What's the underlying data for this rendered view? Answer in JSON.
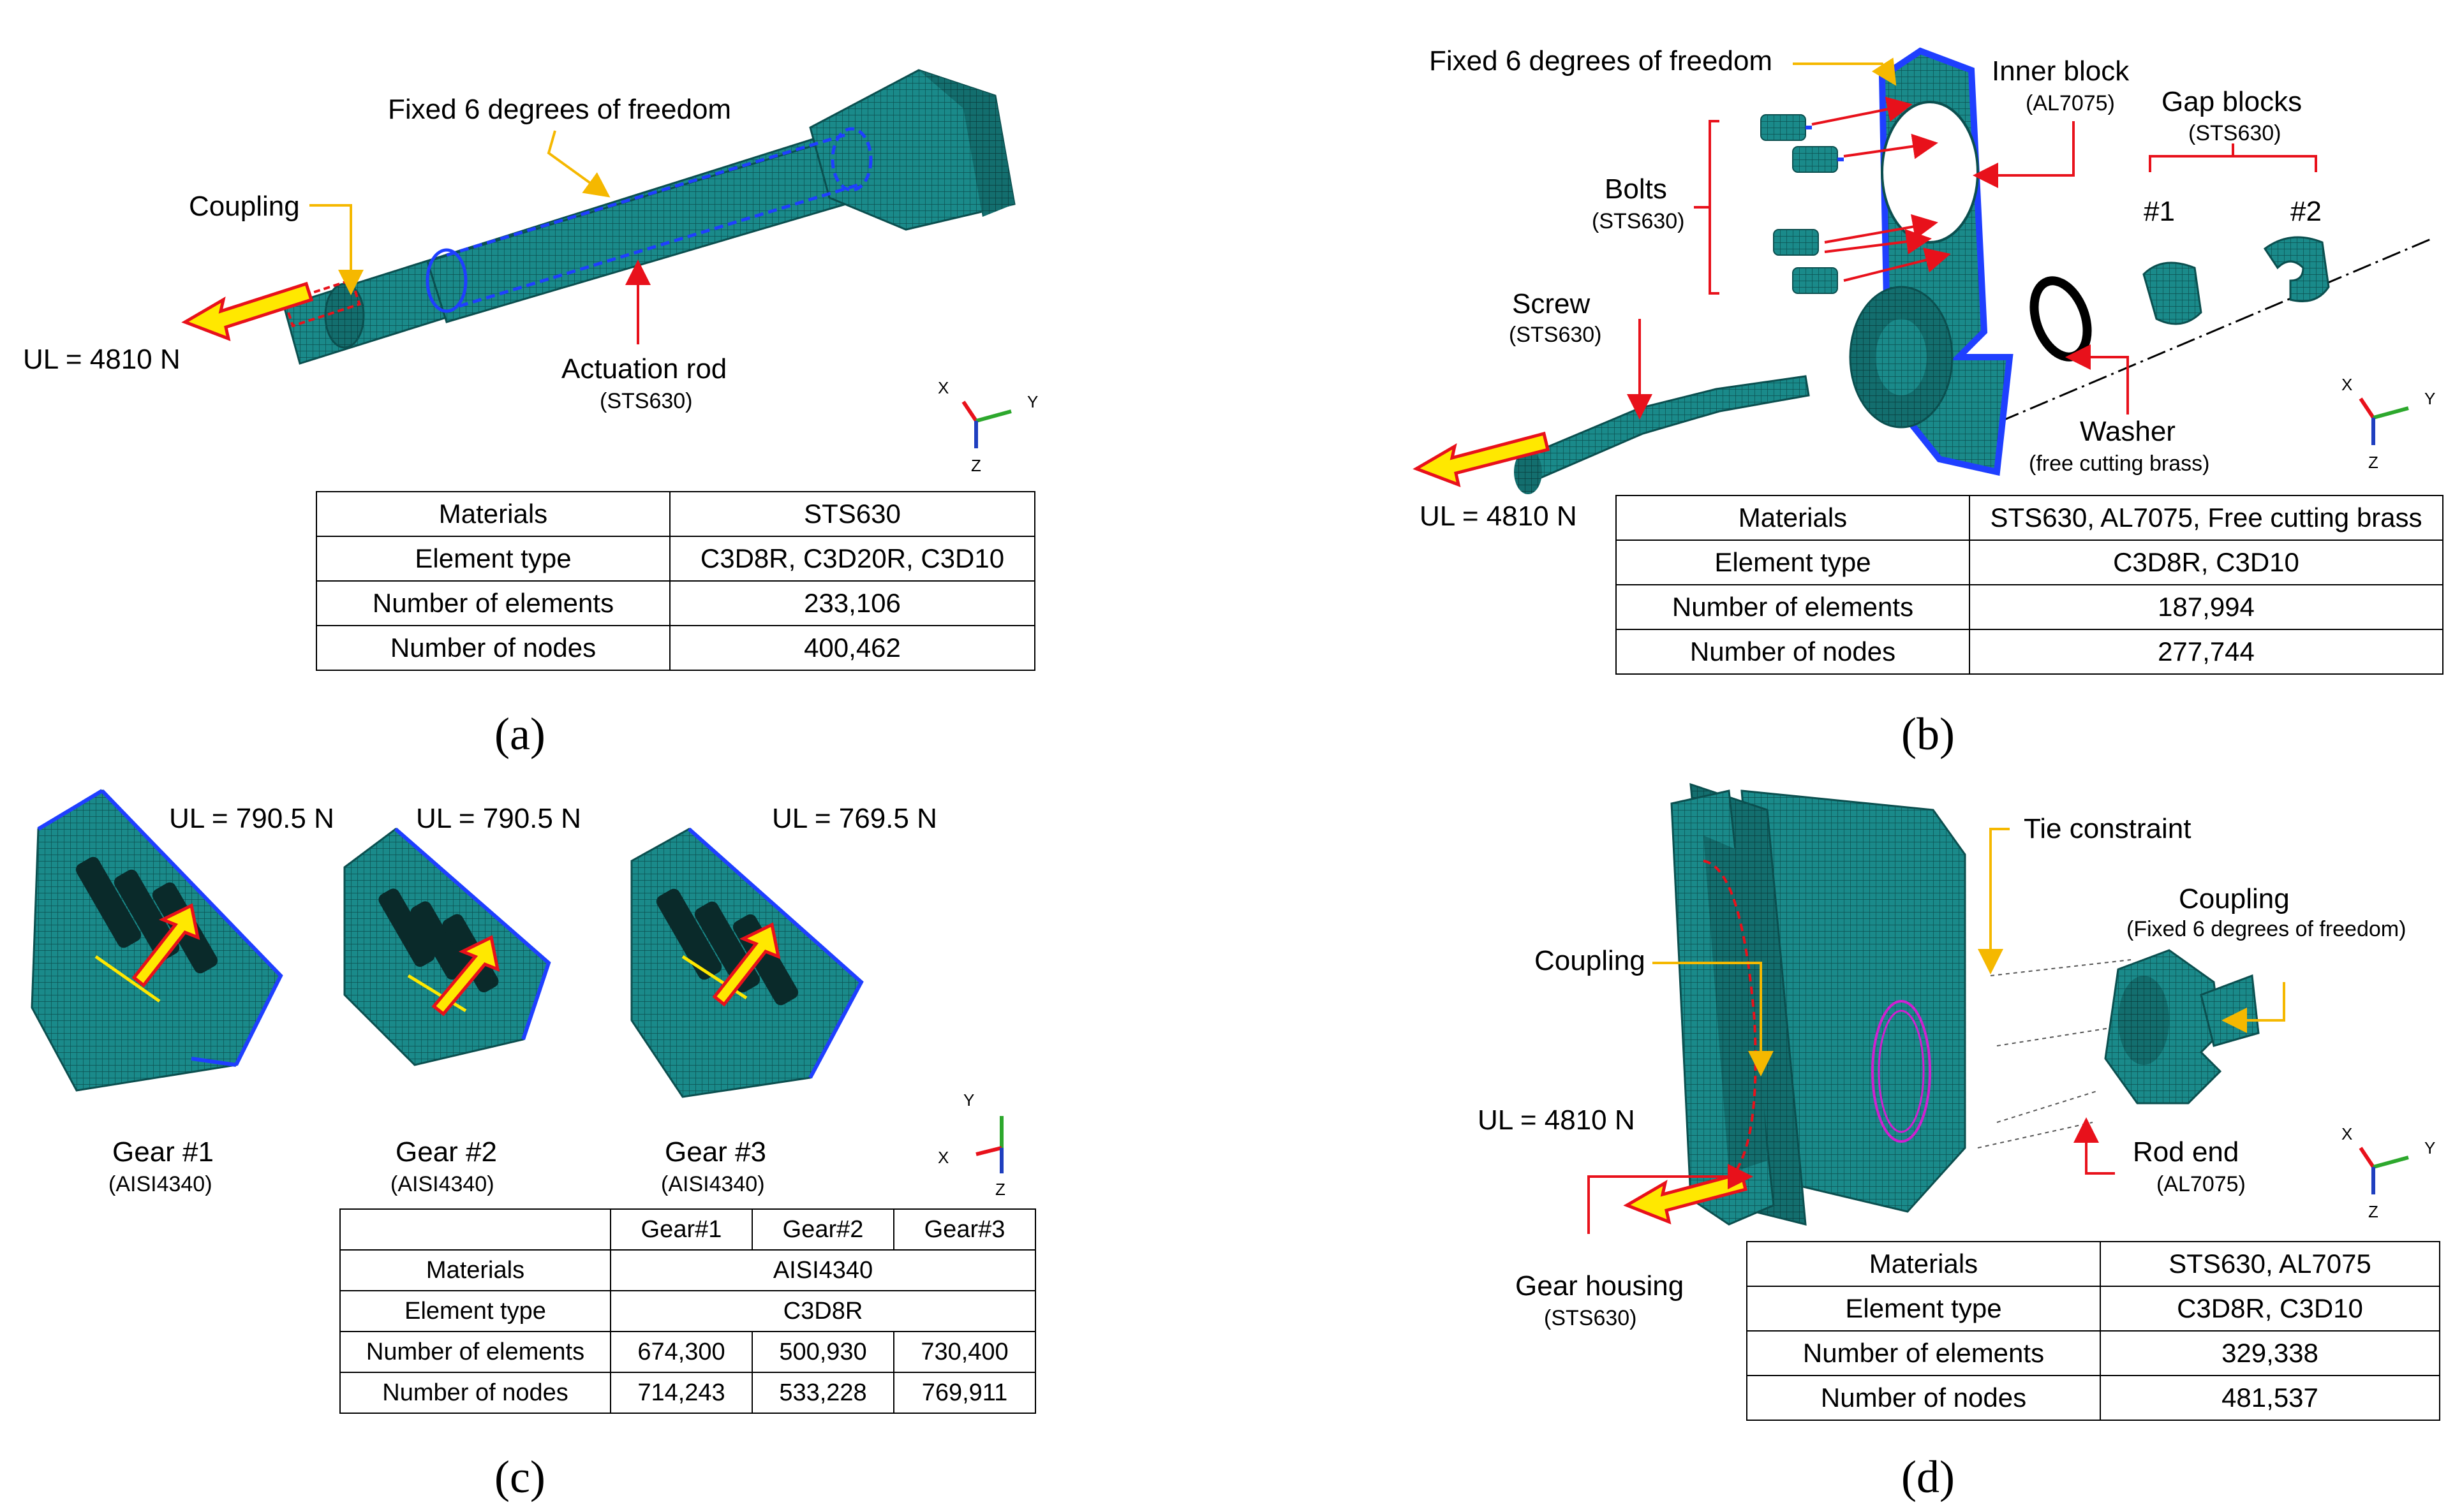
{
  "colors": {
    "mesh": "#1a8a8a",
    "mesh_dark": "#0e5c5c",
    "boundary": "#1f3fff",
    "load_arrow": "#ffe800",
    "load_outline": "#e8111b",
    "leader_red": "#e8111b",
    "leader_yellow": "#f5b800"
  },
  "panel_a": {
    "caption": "(a)",
    "labels": {
      "fixed": "Fixed 6 degrees of freedom",
      "coupling": "Coupling",
      "ul": "UL = 4810 N",
      "rod": "Actuation rod",
      "rod_mat": "(STS630)"
    },
    "axes": {
      "x": "X",
      "y": "Y",
      "z": "Z"
    },
    "table": [
      [
        "Materials",
        "STS630"
      ],
      [
        "Element type",
        "C3D8R, C3D20R, C3D10"
      ],
      [
        "Number of elements",
        "233,106"
      ],
      [
        "Number of nodes",
        "400,462"
      ]
    ]
  },
  "panel_b": {
    "caption": "(b)",
    "labels": {
      "fixed": "Fixed 6 degrees of freedom",
      "inner": "Inner block",
      "inner_mat": "(AL7075)",
      "gap": "Gap blocks",
      "gap_mat": "(STS630)",
      "g1": "#1",
      "g2": "#2",
      "bolts": "Bolts",
      "bolts_mat": "(STS630)",
      "screw": "Screw",
      "screw_mat": "(STS630)",
      "washer": "Washer",
      "washer_mat": "(free cutting brass)",
      "ul": "UL = 4810 N"
    },
    "axes": {
      "x": "X",
      "y": "Y",
      "z": "Z"
    },
    "table": [
      [
        "Materials",
        "STS630, AL7075, Free cutting brass"
      ],
      [
        "Element type",
        "C3D8R, C3D10"
      ],
      [
        "Number of elements",
        "187,994"
      ],
      [
        "Number of nodes",
        "277,744"
      ]
    ]
  },
  "panel_c": {
    "caption": "(c)",
    "ul": [
      "UL = 790.5 N",
      "UL = 790.5 N",
      "UL = 769.5 N"
    ],
    "gears": [
      {
        "name": "Gear #1",
        "mat": "(AISI4340)"
      },
      {
        "name": "Gear #2",
        "mat": "(AISI4340)"
      },
      {
        "name": "Gear #3",
        "mat": "(AISI4340)"
      }
    ],
    "axes": {
      "x": "X",
      "y": "Y",
      "z": "Z"
    },
    "table_header": [
      "",
      "Gear#1",
      "Gear#2",
      "Gear#3"
    ],
    "table_rows": [
      {
        "label": "Materials",
        "span": "AISI4340"
      },
      {
        "label": "Element type",
        "span": "C3D8R"
      },
      {
        "label": "Number of elements",
        "values": [
          "674,300",
          "500,930",
          "730,400"
        ]
      },
      {
        "label": "Number of nodes",
        "values": [
          "714,243",
          "533,228",
          "769,911"
        ]
      }
    ]
  },
  "panel_d": {
    "caption": "(d)",
    "labels": {
      "tie": "Tie constraint",
      "coupling_r": "Coupling",
      "coupling_r_sub": "(Fixed 6 degrees of freedom)",
      "coupling_l": "Coupling",
      "ul": "UL = 4810 N",
      "rod_end": "Rod end",
      "rod_end_mat": "(AL7075)",
      "housing": "Gear housing",
      "housing_mat": "(STS630)"
    },
    "axes": {
      "x": "X",
      "y": "Y",
      "z": "Z"
    },
    "table": [
      [
        "Materials",
        "STS630, AL7075"
      ],
      [
        "Element type",
        "C3D8R, C3D10"
      ],
      [
        "Number of elements",
        "329,338"
      ],
      [
        "Number of nodes",
        "481,537"
      ]
    ]
  }
}
